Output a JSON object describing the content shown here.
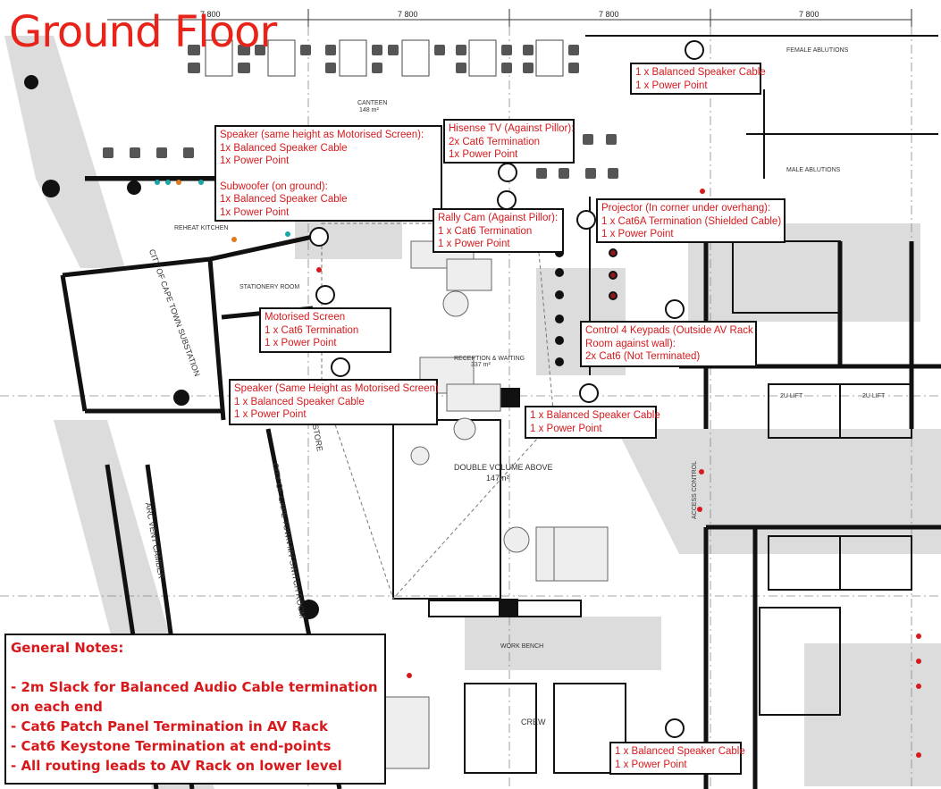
{
  "title": "Ground Floor",
  "dimensions": [
    "7 800",
    "7 800",
    "7 800",
    "7 800"
  ],
  "room_labels": {
    "canteen": "CANTEEN",
    "canteen_area": "148 m²",
    "female_ablutions": "FEMALE ABLUTIONS",
    "male_ablutions": "MALE ABLUTIONS",
    "reheat_kitchen": "REHEAT KITCHEN",
    "stationery_room": "STATIONERY ROOM",
    "substation": "CITY OF CAPE TOWN SUBSTATION",
    "reception": "RECEPTION & WAITING",
    "reception_area": "337 m²",
    "double_volume": "DOUBLE VOLUME ABOVE",
    "double_volume_area": "147m²",
    "switch_room": "CITY OF CAPE TOWN MV-SWITCH ROOM",
    "arc_vent": "ARC VENT CAMBER",
    "store": "STORE",
    "work_bench": "WORK BENCH",
    "crew": "CREW",
    "lift1": "2U LIFT",
    "lift2": "2U LIFT",
    "access_control": "ACCESS CONTROL"
  },
  "notes": {
    "top_speaker": [
      "1 x Balanced Speaker Cable",
      "1 x Power Point"
    ],
    "canteen_speaker": [
      "Speaker (same height as Motorised Screen):",
      "1x Balanced Speaker Cable",
      "1x Power Point",
      "",
      "Subwoofer (on ground):",
      "1x Balanced Speaker Cable",
      "1x Power Point"
    ],
    "hisense_tv": [
      "Hisense TV (Against Pillor):",
      "2x Cat6 Termination",
      "1x Power Point"
    ],
    "rally_cam": [
      "Rally Cam (Against Pillor):",
      "1 x Cat6 Termination",
      "1 x Power Point"
    ],
    "projector": [
      "Projector (In corner under overhang):",
      "1 x Cat6A Termination (Shielded Cable)",
      "1 x Power Point"
    ],
    "motorised_screen": [
      "Motorised Screen",
      "1 x Cat6 Termination",
      "1 x Power Point"
    ],
    "control4": [
      "Control 4 Keypads (Outside AV Rack",
      "Room against wall):",
      "2x Cat6 (Not Terminated)"
    ],
    "speaker_screen": [
      "Speaker (Same Height as Motorised Screen)",
      "1 x Balanced Speaker Cable",
      "1 x Power Point"
    ],
    "reception_speaker": [
      "1 x Balanced Speaker Cable",
      "1 x Power Point"
    ],
    "crew_speaker": [
      "1 x Balanced Speaker Cable",
      "1 x Power Point"
    ]
  },
  "general_notes": {
    "heading": "General Notes:",
    "items": [
      "- 2m Slack for Balanced Audio Cable termination",
      "on each end",
      "- Cat6 Patch Panel Termination in AV Rack",
      "- Cat6 Keystone Termination at end-points",
      "- All routing leads to AV Rack on lower level"
    ]
  },
  "colors": {
    "annotation": "#d7191c",
    "title": "#e8231a",
    "wall": "#111111",
    "shade": "#d9d9d9"
  }
}
